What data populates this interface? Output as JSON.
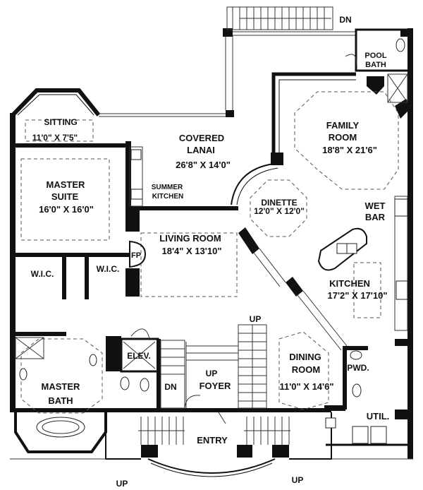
{
  "rooms": {
    "sitting": {
      "name": "SITTING",
      "dims": "11'0\" X 7'5\""
    },
    "covered_lanai": {
      "name1": "COVERED",
      "name2": "LANAI",
      "dims": "26'8\" X 14'0\""
    },
    "family_room": {
      "name1": "FAMILY",
      "name2": "ROOM",
      "dims": "18'8\" X 21'6\""
    },
    "master_suite": {
      "name1": "MASTER",
      "name2": "SUITE",
      "dims": "16'0\" X 16'0\""
    },
    "summer_kitchen": {
      "name1": "SUMMER",
      "name2": "KITCHEN"
    },
    "dinette": {
      "name": "DINETTE",
      "dims": "12'0\" X 12'0\""
    },
    "wet_bar": {
      "name1": "WET",
      "name2": "BAR"
    },
    "living_room": {
      "name": "LIVING ROOM",
      "dims": "18'4\"  X 13'10\""
    },
    "fireplace": {
      "name": "FP"
    },
    "wic_left": {
      "name": "W.I.C."
    },
    "wic_right": {
      "name": "W.I.C."
    },
    "kitchen": {
      "name": "KITCHEN",
      "dims": "17'2\" X 17'10\""
    },
    "elevator": {
      "name": "ELEV."
    },
    "dining_room": {
      "name1": "DINING",
      "name2": "ROOM",
      "dims": "11'0\" X 14'6\""
    },
    "powder": {
      "name": "PWD."
    },
    "foyer": {
      "name": "FOYER"
    },
    "master_bath": {
      "name1": "MASTER",
      "name2": "BATH"
    },
    "utility": {
      "name": "UTIL."
    },
    "entry": {
      "name": "ENTRY"
    },
    "pool_bath": {
      "name1": "POOL",
      "name2": "BATH"
    }
  },
  "stairs": {
    "dn_top": "DN",
    "up_center": "UP",
    "up_foyer": "UP",
    "dn_foyer": "DN",
    "up_bottom_left": "UP",
    "up_bottom_right": "UP"
  },
  "colors": {
    "wall": "#111111",
    "background": "#ffffff",
    "dashed": "#555555"
  }
}
